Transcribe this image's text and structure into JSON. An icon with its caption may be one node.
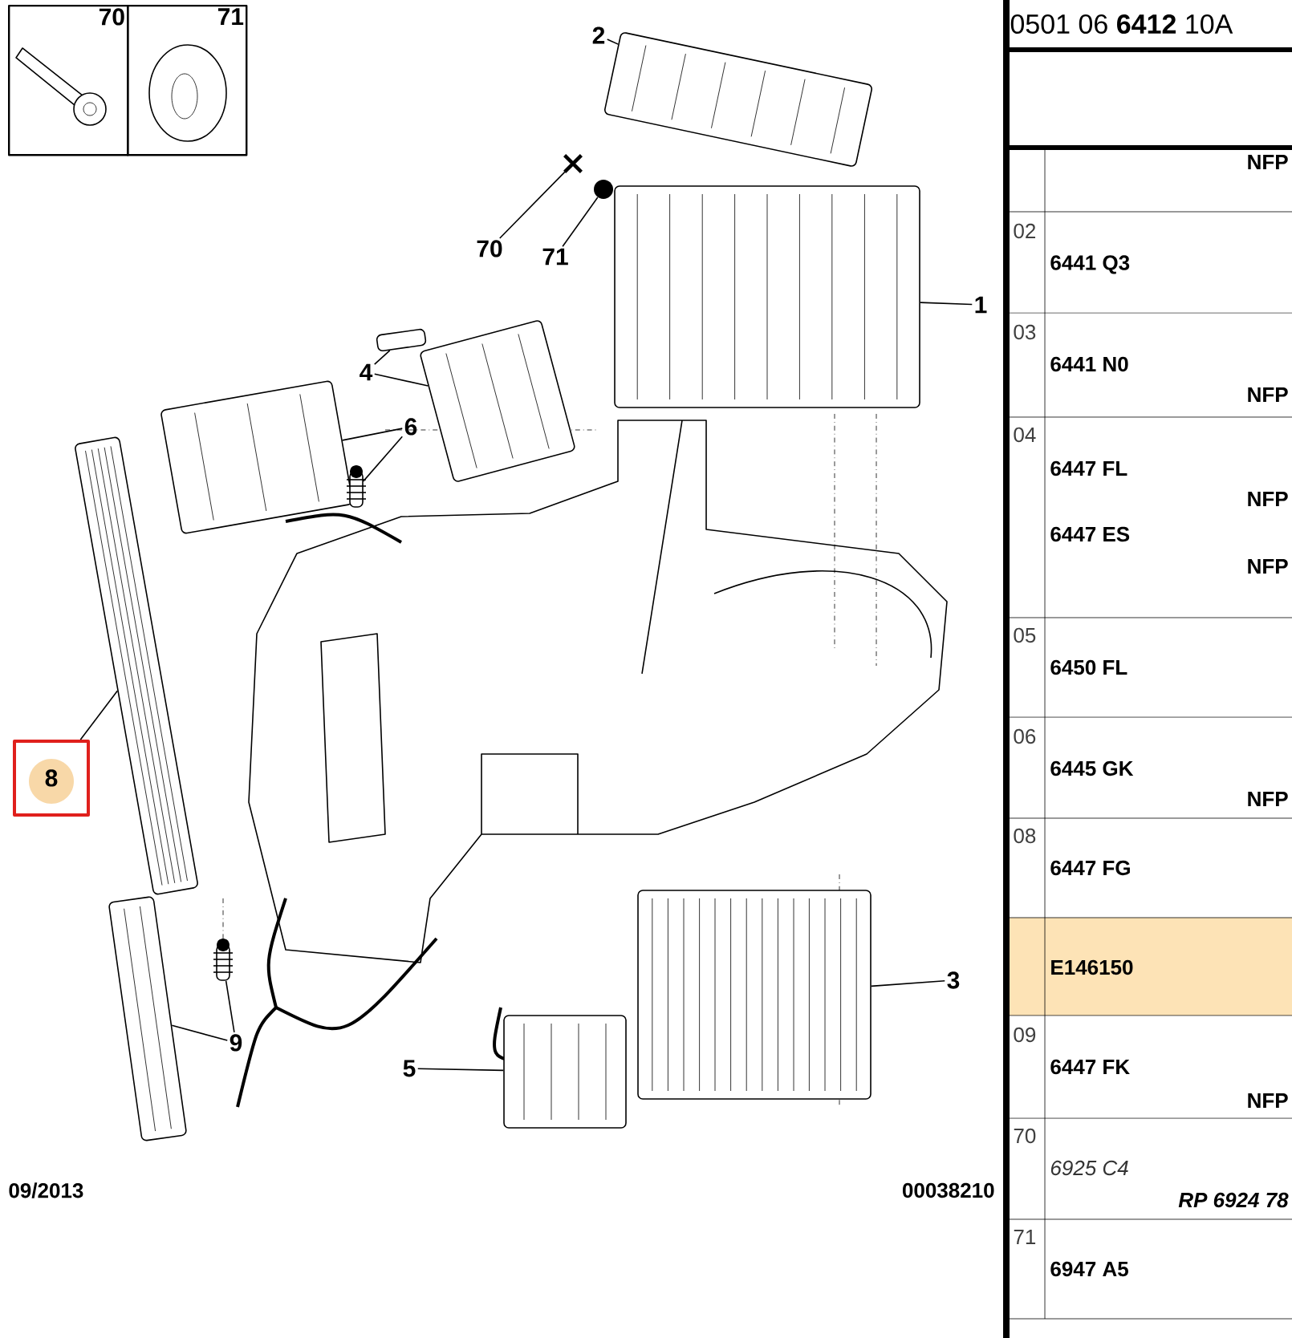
{
  "diagram": {
    "nodes": [
      {
        "text": [
          "70"
        ]
      },
      {
        "text": [
          "71"
        ]
      },
      {
        "text": [
          "2"
        ]
      },
      {
        "text": [],
        "shape": "picture"
      },
      {
        "text": [
          "70"
        ]
      },
      {
        "text": [],
        "shape": "cross"
      },
      {
        "text": [
          "71"
        ]
      },
      {
        "text": [],
        "shape": "circle"
      },
      {
        "text": [
          "1"
        ]
      },
      {
        "text": [],
        "shape": "picture"
      },
      {
        "text": [
          "4"
        ]
      },
      {
        "text": [],
        "shape": "picture"
      },
      {
        "text": [],
        "shape": "picture"
      },
      {
        "text": [
          "6"
        ]
      },
      {
        "text": [],
        "shape": "picture"
      },
      {
        "text": [],
        "shape": "bar"
      },
      {
        "text": [
          "8"
        ]
      },
      {
        "text": [],
        "shape": "picture"
      },
      {
        "text": [
          "9"
        ]
      },
      {
        "text": [],
        "shape": "picture"
      },
      {
        "text": [],
        "shape": "bar"
      },
      {
        "text": [
          "5"
        ]
      },
      {
        "text": [],
        "shape": "picture"
      },
      {
        "text": [
          "3"
        ]
      },
      {
        "text": [],
        "shape": "picture"
      }
    ],
    "edges": [
      {
        "from": 2,
        "to": 3,
        "arrow": "none"
      },
      {
        "from": 4,
        "to": 5,
        "arrow": "none"
      },
      {
        "from": 6,
        "to": 7,
        "arrow": "none"
      },
      {
        "from": 8,
        "to": 9,
        "arrow": "none"
      },
      {
        "from": 10,
        "to": 12,
        "arrow": "none"
      },
      {
        "from": 10,
        "to": 11,
        "arrow": "none"
      },
      {
        "from": 13,
        "to": 14,
        "arrow": "none"
      },
      {
        "from": 13,
        "to": 15,
        "arrow": "none"
      },
      {
        "from": 16,
        "to": 17,
        "arrow": "none"
      },
      {
        "from": 18,
        "to": 20,
        "arrow": "none"
      },
      {
        "from": 18,
        "to": 19,
        "arrow": "none"
      },
      {
        "from": 21,
        "to": 22,
        "arrow": "none"
      },
      {
        "from": 23,
        "to": 24,
        "arrow": "none"
      }
    ],
    "labels": [
      "0501 06 **6412** 10A",
      "NFP",
      "02",
      "6441 Q3",
      "03",
      "6441 N0",
      "NFP",
      "04",
      "6447 FL",
      "NFP",
      "6447 ES",
      "NFP",
      "05",
      "6450 FL",
      "06",
      "6445 GK",
      "NFP",
      "08",
      "6447 FG",
      "E146150",
      "09",
      "6447 FK",
      "NFP",
      "70",
      "6925 C4",
      "RP 6924 78",
      "71",
      "6947 A5",
      "09/2013",
      "00038210"
    ]
  }
}
